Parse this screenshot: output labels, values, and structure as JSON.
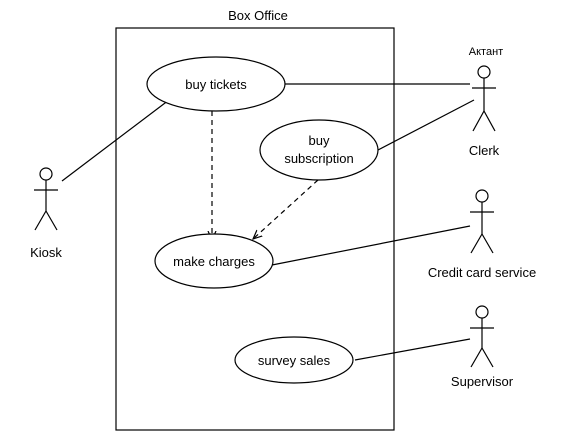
{
  "system": {
    "title": "Box Office"
  },
  "use_cases": {
    "buy_tickets": "buy tickets",
    "buy_subscription_line1": "buy",
    "buy_subscription_line2": "subscription",
    "make_charges": "make charges",
    "survey_sales": "survey sales"
  },
  "actors": {
    "kiosk": "Kiosk",
    "clerk": "Clerk",
    "clerk_stereotype": "Актант",
    "credit_card_service": "Credit card service",
    "supervisor": "Supervisor"
  }
}
